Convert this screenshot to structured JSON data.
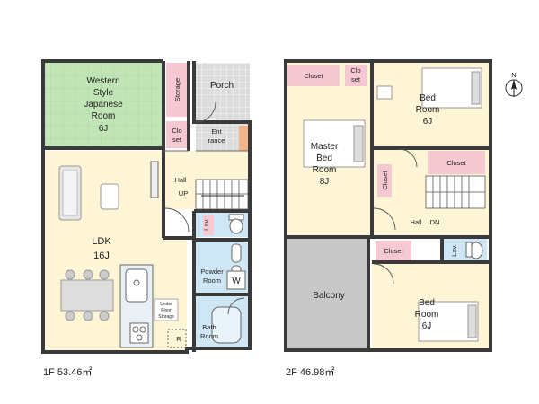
{
  "floor1": {
    "western_room": [
      "Western",
      "Style",
      "Japanese",
      "Room",
      "6J"
    ],
    "storage": "Storage",
    "porch": "Porch",
    "closet": [
      "Clo",
      "set"
    ],
    "entrance": [
      "Ent",
      "rance"
    ],
    "hall": "Hall",
    "up": "UP",
    "ldk": [
      "LDK",
      "16J"
    ],
    "lav": "Lav.",
    "powder_room": [
      "Powder",
      "Room"
    ],
    "w": "W",
    "under_floor_storage": [
      "Under",
      "Floor",
      "Storage"
    ],
    "r": "R",
    "bath_room": [
      "Bath",
      "Room"
    ],
    "area": "1F 53.46㎡"
  },
  "floor2": {
    "closet_a": "Closet",
    "closet_b": [
      "Clo",
      "set"
    ],
    "bed_room_1": [
      "Bed",
      "Room",
      "6J"
    ],
    "master_bed_room": [
      "Master",
      "Bed",
      "Room",
      "8J"
    ],
    "closet_vertical": "Closet",
    "closet_c": "Closet",
    "hall": "Hall",
    "dn": "DN",
    "balcony": "Balcony",
    "closet_d": "Closet",
    "lav": "Lav.",
    "bed_room_2": [
      "Bed",
      "Room",
      "6J"
    ],
    "area": "2F 46.98㎡"
  },
  "compass": "N",
  "colors": {
    "wall": "#3a3a3a",
    "tatami": "#bfe3b4",
    "wood": "#fdf5d6",
    "entrance_tile": "#d9d9d9",
    "wet": "#cfe6f4",
    "closet": "#f6c8d2",
    "balcony": "#c8c8c8"
  }
}
